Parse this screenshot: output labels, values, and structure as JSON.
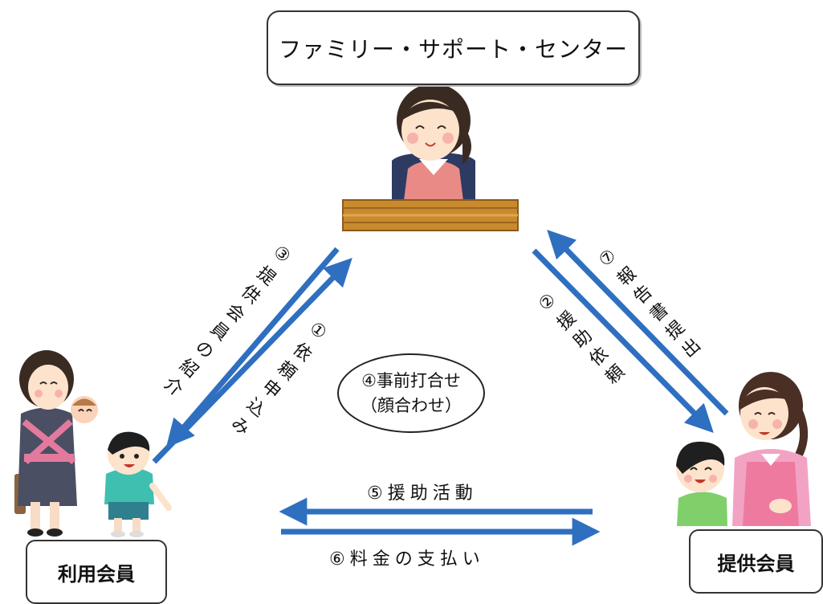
{
  "center": {
    "title": "ファミリー・サポート・センター"
  },
  "user_member": {
    "label": "利用会員"
  },
  "provider_member": {
    "label": "提供会員"
  },
  "steps": {
    "request": "①依頼申込み",
    "ask": "②援助依頼",
    "intro": "③提供会員の紹介",
    "meeting_line1": "④事前打合せ",
    "meeting_line2": "（顔合わせ）",
    "activity": "⑤援助活動",
    "payment": "⑥料金の支払い",
    "report": "⑦報告書提出"
  },
  "colors": {
    "arrow": "#2f6fc0",
    "desk": "#c98a2e",
    "apron_staff": "#e98a87",
    "suit": "#4a4f63",
    "sash": "#e37a9d",
    "child_shirt": "#3fbfb0",
    "apron_provider": "#ef7aa0",
    "child2_shirt": "#7fd06b"
  },
  "icons": {
    "staff": "staff-woman-at-desk-icon",
    "user": "mother-with-baby-and-child-icon",
    "provider": "caregiver-with-child-icon"
  }
}
